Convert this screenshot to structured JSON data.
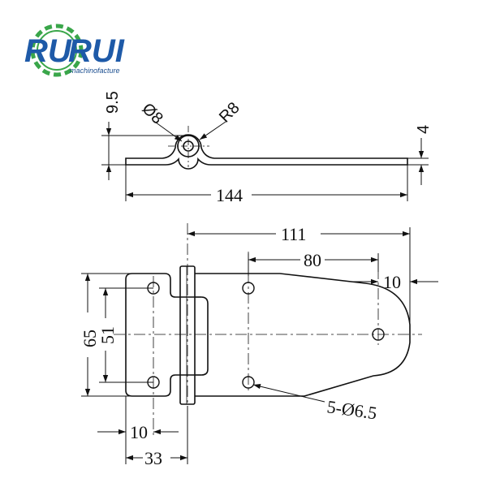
{
  "logo": {
    "text_left": "RU",
    "text_right": "RUI",
    "subtitle": "machinofacture",
    "colors": {
      "blue": "#1e5aa8",
      "green": "#3aa64a"
    }
  },
  "side_view": {
    "thickness": "9.5",
    "pin_diameter": "Ø8",
    "knuckle_radius": "R8",
    "plate_thickness": "4",
    "overall_length": "144"
  },
  "plan_view": {
    "pin_to_tip": "111",
    "pin_to_hole": "80",
    "tip_offset": "10",
    "overall_height": "65",
    "hole_spacing": "51",
    "hole_edge_offset": "10",
    "leaf_width": "33",
    "holes_callout": "5-Ø6.5"
  }
}
